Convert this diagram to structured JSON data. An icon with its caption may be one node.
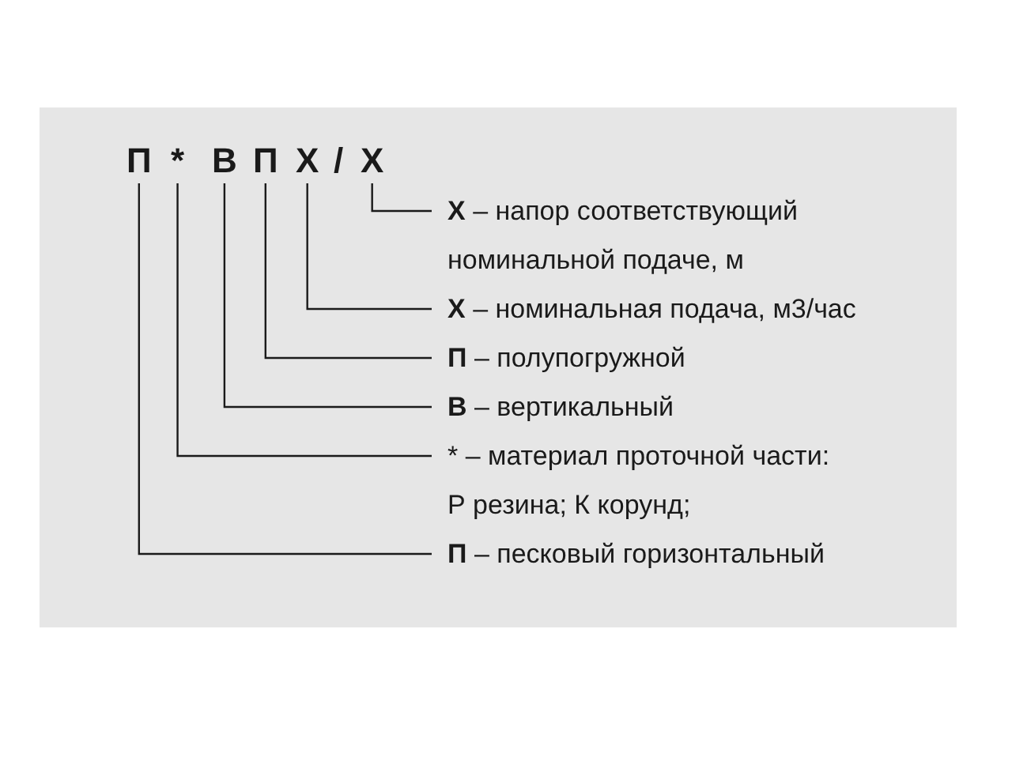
{
  "diagram": {
    "nodes": [
      {
        "text": [
          "П"
        ]
      },
      {
        "text": [
          "*"
        ]
      },
      {
        "text": [
          "В"
        ]
      },
      {
        "text": [
          "П"
        ]
      },
      {
        "text": [
          "Х"
        ]
      },
      {
        "text": [
          "Х"
        ]
      },
      {
        "text": [
          "**Х** – напор соответствующий номинальной подаче, м"
        ]
      },
      {
        "text": [
          "**Х** – номинальная подача, м3/час"
        ]
      },
      {
        "text": [
          "**П** –  полупогружной"
        ]
      },
      {
        "text": [
          "**В** – вертикальный"
        ]
      },
      {
        "text": [
          "* – материал проточной части: Р  резина; К  корунд;"
        ]
      },
      {
        "text": [
          "**П** – песковый горизонтальный"
        ]
      }
    ],
    "edges": [
      {
        "from": 6,
        "to": 5,
        "arrow": "none"
      },
      {
        "from": 7,
        "to": 4,
        "arrow": "none"
      },
      {
        "from": 8,
        "to": 3,
        "arrow": "none"
      },
      {
        "from": 9,
        "to": 2,
        "arrow": "none"
      },
      {
        "from": 10,
        "to": 1,
        "arrow": "none"
      },
      {
        "from": 11,
        "to": 0,
        "arrow": "none"
      }
    ],
    "labels": [
      "/"
    ]
  }
}
